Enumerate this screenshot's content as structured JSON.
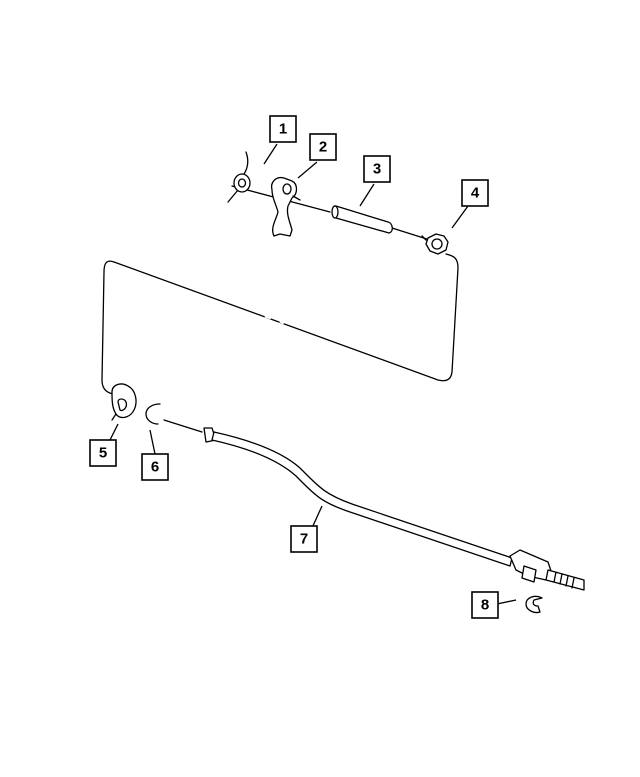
{
  "diagram": {
    "style": "black line-art exploded parts diagram on white background",
    "colors": {
      "line": "#000000",
      "background": "#ffffff"
    },
    "callouts": [
      {
        "id": "callout-1",
        "label": "1"
      },
      {
        "id": "callout-2",
        "label": "2"
      },
      {
        "id": "callout-3",
        "label": "3"
      },
      {
        "id": "callout-4",
        "label": "4"
      },
      {
        "id": "callout-5",
        "label": "5"
      },
      {
        "id": "callout-6",
        "label": "6"
      },
      {
        "id": "callout-7",
        "label": "7"
      },
      {
        "id": "callout-8",
        "label": "8"
      }
    ]
  }
}
